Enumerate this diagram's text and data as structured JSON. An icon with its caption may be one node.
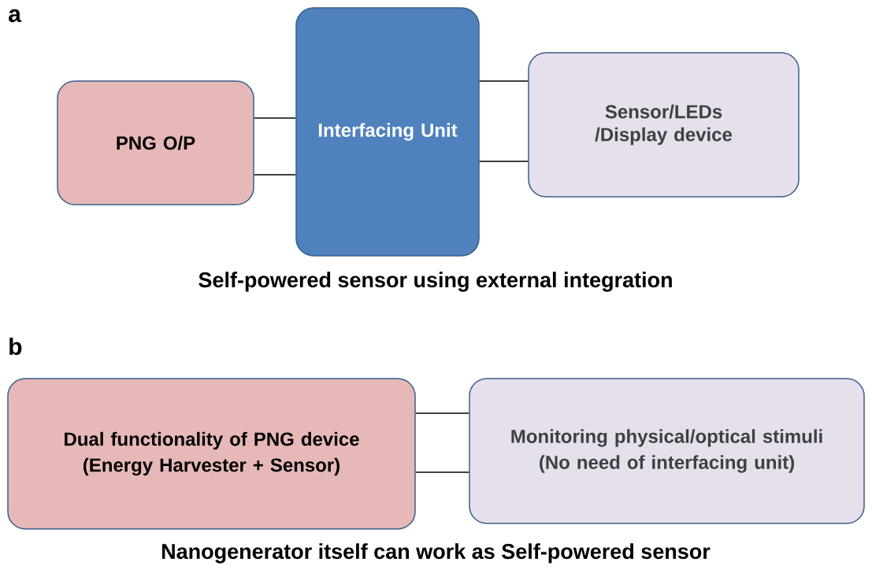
{
  "diagram": {
    "nodes": [
      {
        "text": [
          "PNG O/P"
        ]
      },
      {
        "text": [
          "Interfacing Unit"
        ]
      },
      {
        "text": [
          "Sensor/LEDs /Display device"
        ]
      },
      {
        "text": [
          "Dual functionality of PNG device",
          "(Energy Harvester + Sensor)"
        ]
      },
      {
        "text": [
          "Monitoring physical/optical stimuli",
          "(No need of interfacing unit)"
        ]
      }
    ],
    "edges": [
      {
        "from": 0,
        "to": 1,
        "arrow": "none"
      },
      {
        "from": 0,
        "to": 1,
        "arrow": "none"
      },
      {
        "from": 1,
        "to": 2,
        "arrow": "none"
      },
      {
        "from": 1,
        "to": 2,
        "arrow": "none"
      },
      {
        "from": 3,
        "to": 4,
        "arrow": "none"
      },
      {
        "from": 3,
        "to": 4,
        "arrow": "none"
      }
    ],
    "labels": [
      "a",
      "Self-powered sensor using external integration",
      "b",
      "Nanogenerator itself can work as Self-powered sensor"
    ]
  }
}
